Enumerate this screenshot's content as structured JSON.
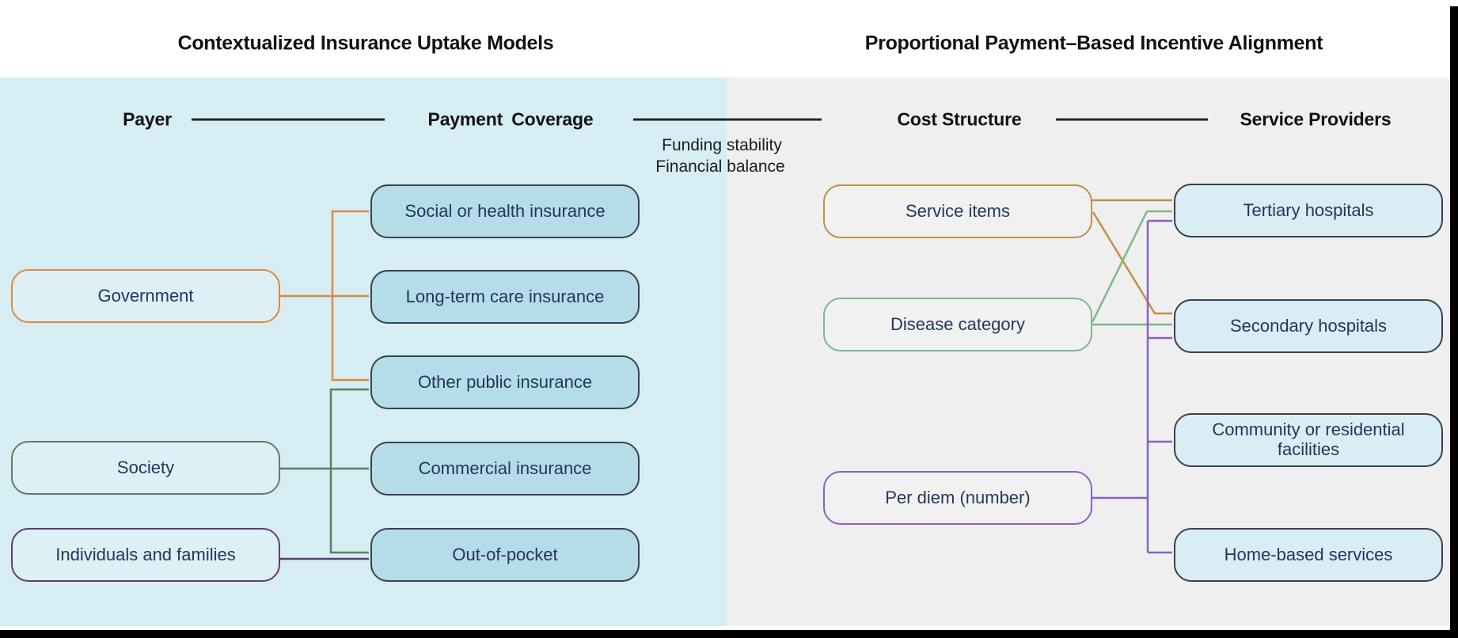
{
  "figure": {
    "left_section": {
      "title": "Contextualized Insurance Uptake Models",
      "flow_headers": {
        "from": "Payer",
        "to": "Payment Coverage"
      },
      "payers": [
        {
          "label": "Government",
          "accent": "#e0873c"
        },
        {
          "label": "Society",
          "accent": "#5f7d62"
        },
        {
          "label": "Individuals and families",
          "accent": "#5e3d72"
        }
      ],
      "coverages": [
        "Social or health insurance",
        "Long-term care insurance",
        "Other public insurance",
        "Commercial insurance",
        "Out-of-pocket"
      ],
      "connections": [
        {
          "from": "Government",
          "to": [
            "Social or health insurance",
            "Long-term care insurance",
            "Other public insurance"
          ],
          "color": "#e0873c"
        },
        {
          "from": "Society",
          "to": [
            "Other public insurance",
            "Commercial insurance",
            "Out-of-pocket"
          ],
          "color": "#5f7d62"
        },
        {
          "from": "Individuals and families",
          "to": [
            "Out-of-pocket"
          ],
          "color": "#5e3d72"
        }
      ]
    },
    "middle_link": {
      "line1": "Funding stability",
      "line2": "Financial balance"
    },
    "right_section": {
      "title": "Proportional Payment–Based Incentive Alignment",
      "flow_headers": {
        "from": "Cost Structure",
        "to": "Service Providers"
      },
      "cost_structures": [
        {
          "label": "Service items",
          "accent": "#c28f45"
        },
        {
          "label": "Disease category",
          "accent": "#7eb98b"
        },
        {
          "label": "Per diem (number)",
          "accent": "#8a62bd"
        }
      ],
      "providers": [
        "Tertiary hospitals",
        "Secondary hospitals",
        "Community or residential facilities",
        "Home-based services"
      ],
      "connections": [
        {
          "from": "Service items",
          "to": [
            "Tertiary hospitals",
            "Secondary hospitals"
          ],
          "color": "#c28f45"
        },
        {
          "from": "Disease category",
          "to": [
            "Tertiary hospitals",
            "Secondary hospitals"
          ],
          "color": "#7eb98b"
        },
        {
          "from": "Per diem (number)",
          "to": [
            "Tertiary hospitals",
            "Secondary hospitals",
            "Community or residential facilities",
            "Home-based services"
          ],
          "color": "#8a62bd"
        }
      ]
    },
    "palette": {
      "left_panel_bg": "#d6edf4",
      "right_panel_bg": "#efefef",
      "coverage_box_fill": "#b5dce9",
      "provider_box_fill": "#d9edf5",
      "payer_box_fill": "#dcf0f6",
      "cost_box_fill": "#f1f1f2",
      "dark_box_border": "#3a424b",
      "box_text_color": "#24365a",
      "arrow_color": "#262626",
      "frame_bar_color": "#000000"
    }
  }
}
